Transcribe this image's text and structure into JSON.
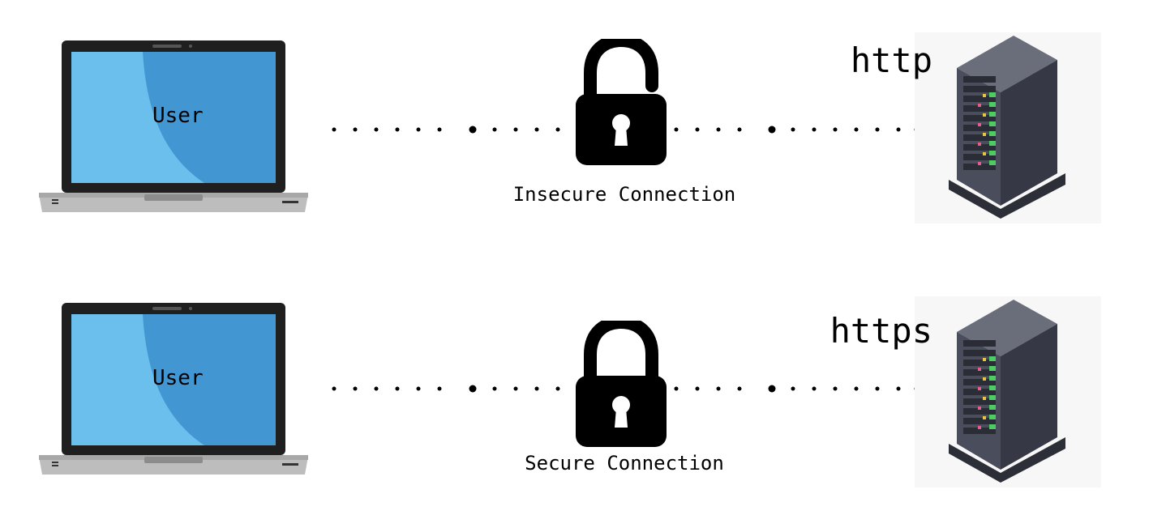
{
  "rows": [
    {
      "laptop_label": "User",
      "connection_label": "Insecure Connection",
      "protocol": "http",
      "lock_state": "open-padlock-icon"
    },
    {
      "laptop_label": "User",
      "connection_label": "Secure Connection",
      "protocol": "https",
      "lock_state": "closed-padlock-icon"
    }
  ],
  "colors": {
    "screen_light": "#6bbfed",
    "screen_dark": "#4297d3",
    "laptop_frame": "#1f1f1f",
    "laptop_base": "#bdbdbd",
    "server_body": "#4a4d5c",
    "server_side": "#363845",
    "lock": "#000000"
  }
}
